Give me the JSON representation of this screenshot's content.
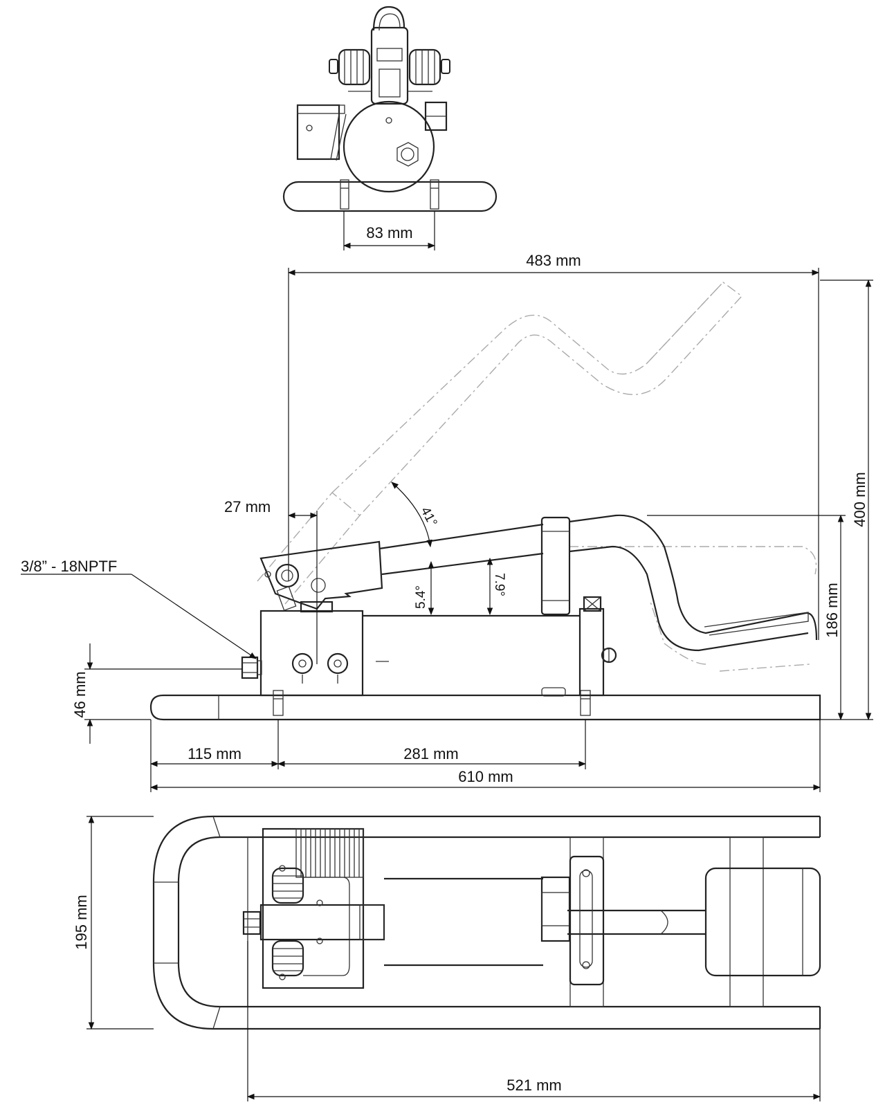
{
  "dimensions": {
    "front_bolt_spacing": "83 mm",
    "overall_width_top": "483 mm",
    "overall_height": "400 mm",
    "handle_height": "186 mm",
    "pivot_offset": "27 mm",
    "port_thread": "3/8” - 18NPTF",
    "port_height": "46 mm",
    "front_to_bolt": "115 mm",
    "bolt_spacing": "281 mm",
    "overall_length": "610 mm",
    "overall_depth": "195 mm",
    "frame_length": "521 mm"
  },
  "angles": {
    "max_angle": "41°",
    "pedal_angle": "7.9°",
    "lower_angle": "5.4°"
  },
  "colors": {
    "line": "#222222",
    "ghost": "#aaaaaa",
    "background": "#ffffff"
  }
}
